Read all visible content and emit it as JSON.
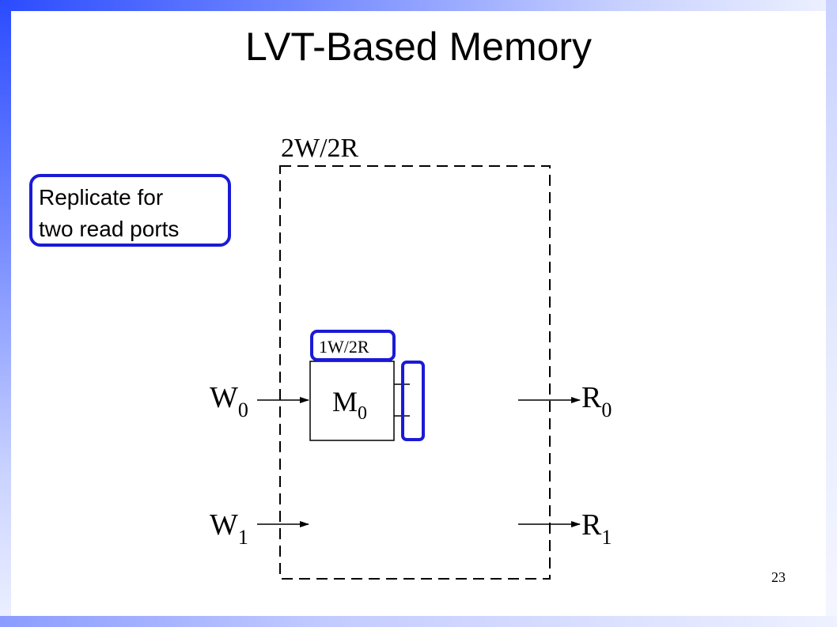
{
  "slide": {
    "title": "LVT-Based Memory",
    "page_number": "23"
  },
  "callout": {
    "line1": "Replicate for",
    "line2": "two read ports"
  },
  "diagram": {
    "outer_label": "2W/2R",
    "bank_label": "1W/2R",
    "memory_main": "M",
    "memory_sub": "0",
    "inputs": [
      {
        "main": "W",
        "sub": "0"
      },
      {
        "main": "W",
        "sub": "1"
      }
    ],
    "outputs": [
      {
        "main": "R",
        "sub": "0"
      },
      {
        "main": "R",
        "sub": "1"
      }
    ],
    "highlight_color": "#1a1ad6"
  }
}
